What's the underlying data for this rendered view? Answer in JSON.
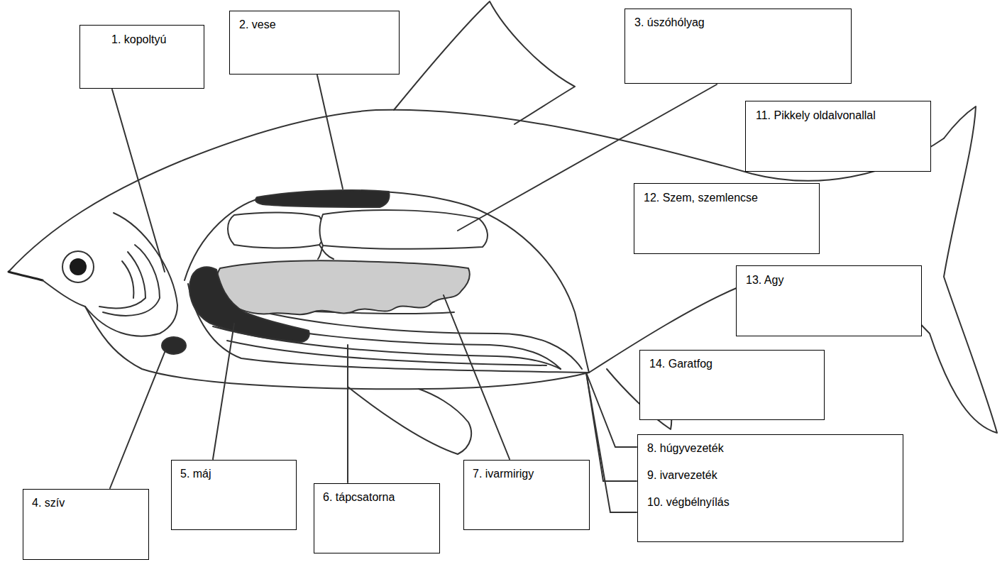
{
  "diagram": {
    "nodes": [
      {
        "text": [
          "1. kopoltyú"
        ]
      },
      {
        "text": [
          "2. vese"
        ]
      },
      {
        "text": [
          "3. úszóhólyag"
        ]
      },
      {
        "text": [
          "11. Pikkely oldalvonallal"
        ]
      },
      {
        "text": [
          "12. Szem, szemlencse"
        ]
      },
      {
        "text": [
          "13. Agy"
        ]
      },
      {
        "text": [
          "14. Garatfog"
        ]
      },
      {
        "text": [
          "8. húgyvezeték",
          "9. ivarvezeték",
          "10. végbélnyílás"
        ]
      },
      {
        "text": [
          "4. szív"
        ]
      },
      {
        "text": [
          "5. máj"
        ]
      },
      {
        "text": [
          "6. tápcsatorna"
        ]
      },
      {
        "text": [
          "7. ivarmirigy"
        ]
      }
    ]
  }
}
